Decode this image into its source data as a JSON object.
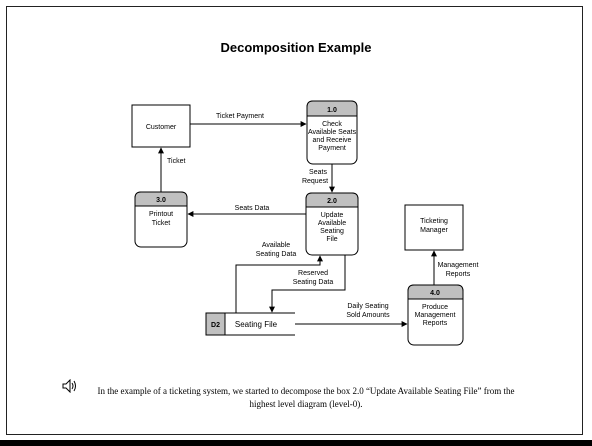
{
  "slide": {
    "title": "Decomposition Example",
    "caption": "In the example of a ticketing system, we started to decompose the box 2.0 “Update Available Seating File” from the highest level diagram (level-0)."
  },
  "diagram": {
    "entities": {
      "customer": "Customer",
      "ticketing_manager_line1": "Ticketing",
      "ticketing_manager_line2": "Manager"
    },
    "processes": {
      "p1": {
        "id": "1.0",
        "lines": [
          "Check",
          "Available Seats",
          "and Receive",
          "Payment"
        ]
      },
      "p2": {
        "id": "2.0",
        "lines": [
          "Update",
          "Available",
          "Seating",
          "File"
        ]
      },
      "p3": {
        "id": "3.0",
        "lines": [
          "Printout",
          "Ticket"
        ]
      },
      "p4": {
        "id": "4.0",
        "lines": [
          "Produce",
          "Management",
          "Reports"
        ]
      }
    },
    "datastore": {
      "id": "D2",
      "name": "Seating File"
    },
    "flows": {
      "ticket_payment": "Ticket Payment",
      "ticket": "Ticket",
      "seats_request_1": "Seats",
      "seats_request_2": "Request",
      "seats_data": "Seats Data",
      "available_seating_1": "Available",
      "available_seating_2": "Seating Data",
      "reserved_seating_1": "Reserved",
      "reserved_seating_2": "Seating Data",
      "daily_seating_1": "Daily Seating",
      "daily_seating_2": "Sold Amounts",
      "mgmt_reports_1": "Management",
      "mgmt_reports_2": "Reports"
    }
  }
}
